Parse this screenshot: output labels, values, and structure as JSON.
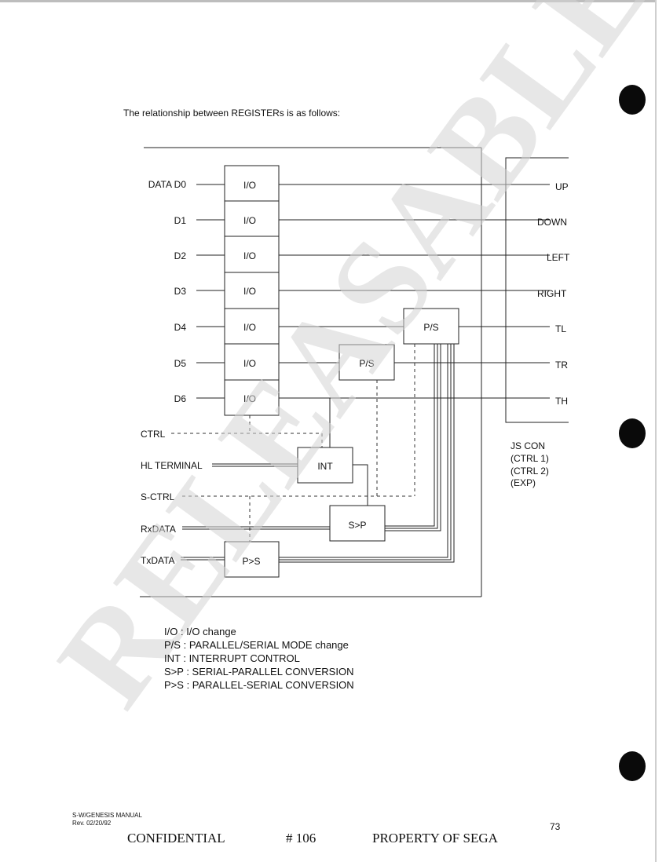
{
  "intro": "The relationship between REGISTERs is as follows:",
  "inputs": [
    "DATA D0",
    "D1",
    "D2",
    "D3",
    "D4",
    "D5",
    "D6"
  ],
  "io_box": "I/O",
  "outputs": [
    "UP",
    "DOWN",
    "LEFT",
    "RIGHT",
    "TL",
    "TR",
    "TH"
  ],
  "ps_box": "P/S",
  "int_box": "INT",
  "sp_box": "S>P",
  "pgs_box": "P>S",
  "ctrl_labels": [
    "CTRL",
    "HL TERMINAL",
    "S-CTRL",
    "RxDATA",
    "TxDATA"
  ],
  "js_con": [
    "JS CON",
    "(CTRL 1)",
    "(CTRL 2)",
    "(EXP)"
  ],
  "legend": [
    {
      "abbr": "I/O",
      "desc": ": I/O change"
    },
    {
      "abbr": "P/S",
      "desc": ": PARALLEL/SERIAL MODE change"
    },
    {
      "abbr": "INT",
      "desc": ": INTERRUPT CONTROL"
    },
    {
      "abbr": "S>P",
      "desc": ": SERIAL-PARALLEL CONVERSION"
    },
    {
      "abbr": "P>S",
      "desc": ": PARALLEL-SERIAL CONVERSION"
    }
  ],
  "watermark": "RELEASABLE",
  "footer": {
    "manual": "S-W/GENESIS MANUAL",
    "rev": "Rev. 02/20/92",
    "confidential": "CONFIDENTIAL",
    "number": "# 106",
    "property": "PROPERTY OF SEGA",
    "page": "73"
  }
}
